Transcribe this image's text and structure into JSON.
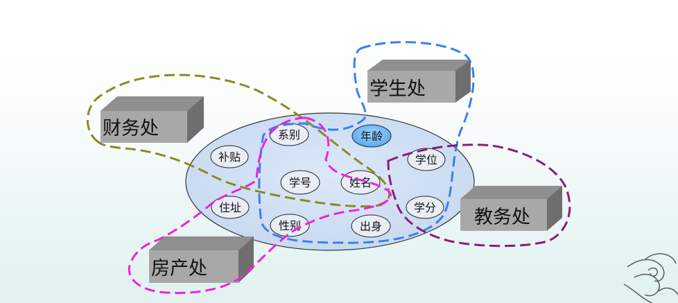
{
  "database": {
    "attributes": [
      {
        "id": "xibie",
        "label": "系别"
      },
      {
        "id": "nianling",
        "label": "年龄"
      },
      {
        "id": "butie",
        "label": "补贴"
      },
      {
        "id": "xuewei",
        "label": "学位"
      },
      {
        "id": "xuehao",
        "label": "学号"
      },
      {
        "id": "xingming",
        "label": "姓名"
      },
      {
        "id": "zhuzhi",
        "label": "住址"
      },
      {
        "id": "xuefen",
        "label": "学分"
      },
      {
        "id": "xingbie",
        "label": "性别"
      },
      {
        "id": "chushen",
        "label": "出身"
      }
    ]
  },
  "departments": [
    {
      "id": "caiwu",
      "label": "财务处",
      "color": "#8a8a1a"
    },
    {
      "id": "xuesheng",
      "label": "学生处",
      "color": "#3a7ef0"
    },
    {
      "id": "jiaowu",
      "label": "教务处",
      "color": "#8a1a7a"
    },
    {
      "id": "fangchan",
      "label": "房产处",
      "color": "#f020e0"
    }
  ]
}
